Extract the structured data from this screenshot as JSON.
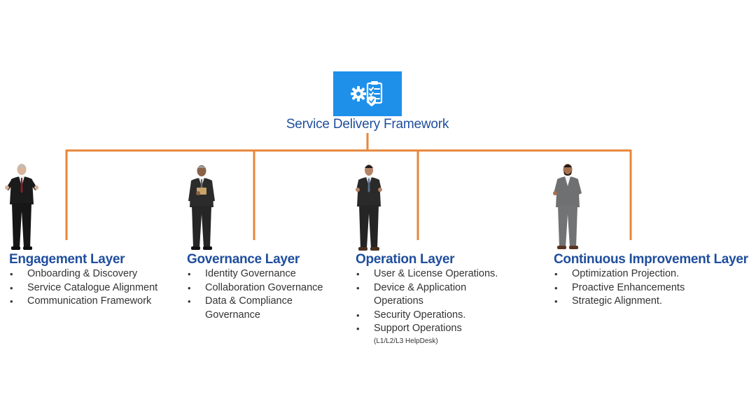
{
  "root": {
    "title": "Service Delivery Framework",
    "icon": "settings-checklist-icon",
    "box_color": "#1e90ea"
  },
  "connector_color": "#e8863a",
  "title_color": "#1f4e9c",
  "layers": [
    {
      "title": "Engagement Layer",
      "items": [
        "Onboarding & Discovery",
        "Service Catalogue Alignment",
        "Communication Framework"
      ]
    },
    {
      "title": "Governance Layer",
      "items": [
        "Identity Governance",
        "Collaboration Governance",
        "Data & Compliance Governance"
      ]
    },
    {
      "title": "Operation Layer",
      "items": [
        "User & License Operations.",
        "Device & Application Operations",
        "Security Operations.",
        "Support Operations"
      ],
      "note": "(L1/L2/L3 HelpDesk)"
    },
    {
      "title": "Continuous Improvement Layer",
      "items": [
        "Optimization Projection.",
        "Proactive Enhancements",
        "Strategic Alignment."
      ]
    }
  ]
}
